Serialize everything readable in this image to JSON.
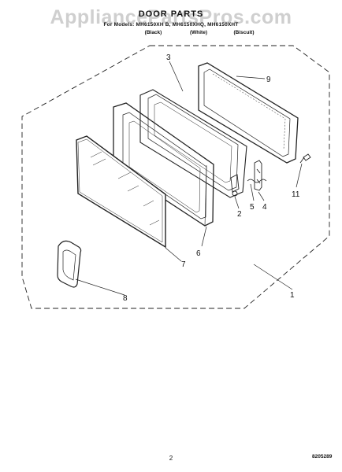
{
  "watermark": "AppliancePartsPros.com",
  "header": {
    "title": "DOOR PARTS",
    "models": "For Models: MH6150XH B, MH6150XHQ, MH6150XHT",
    "variants": [
      "(Black)",
      "(White)",
      "(Biscuit)"
    ]
  },
  "callouts": [
    "1",
    "2",
    "3",
    "4",
    "5",
    "6",
    "7",
    "8",
    "9",
    "11"
  ],
  "footer": {
    "page_number": "2",
    "doc_code": "8205289"
  }
}
